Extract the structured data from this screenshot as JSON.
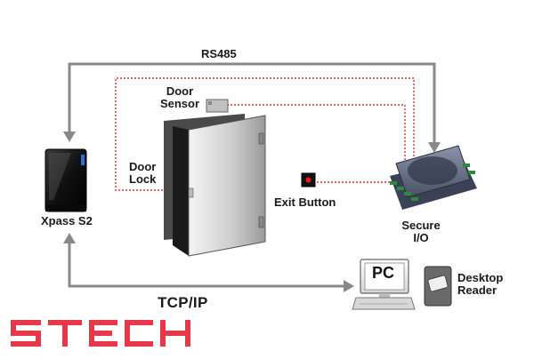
{
  "labels": {
    "rs485": "RS485",
    "door_sensor_line1": "Door",
    "door_sensor_line2": "Sensor",
    "door_lock_line1": "Door",
    "door_lock_line2": "Lock",
    "exit_button": "Exit Button",
    "secure_io_line1": "Secure",
    "secure_io_line2": "I/O",
    "xpass": "Xpass S2",
    "tcpip": "TCP/IP",
    "pc_screen": "PC",
    "desktop_reader_line1": "Desktop",
    "desktop_reader_line2": "Reader"
  },
  "logo": {
    "text": "STECH"
  },
  "colors": {
    "wire_solid": "#888888",
    "wire_dotted": "#e03030",
    "logo_red": "#e8394a",
    "text": "#1a1a1a"
  },
  "icons": [
    "xpass-reader-icon",
    "door-icon",
    "door-sensor-icon",
    "exit-button-icon",
    "secure-io-icon",
    "pc-icon",
    "desktop-reader-icon",
    "stech-logo"
  ]
}
